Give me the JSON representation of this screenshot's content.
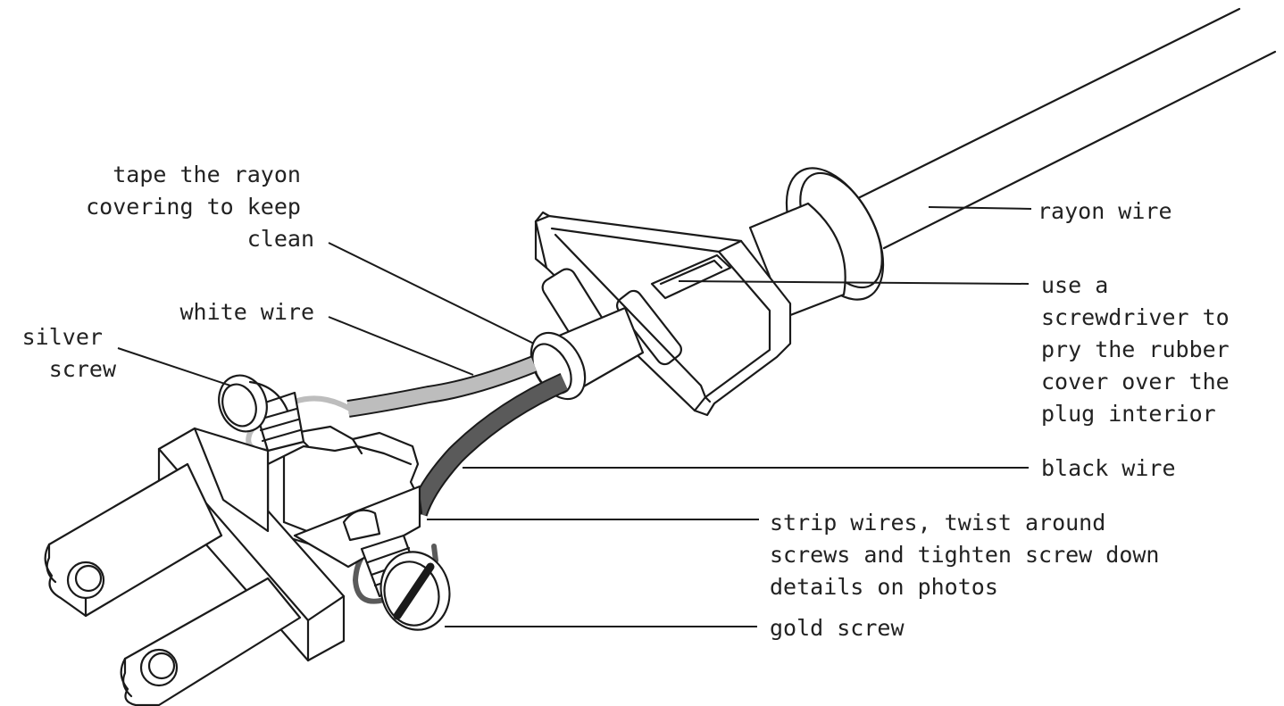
{
  "colors": {
    "line": "#1a1a1a",
    "text": "#222222",
    "white_wire": "#bdbdbd",
    "black_wire": "#5a5a5a",
    "background": "#ffffff"
  },
  "labels": {
    "tape": [
      "tape the rayon",
      "covering to keep",
      "clean"
    ],
    "white_wire": "white wire",
    "silver_screw": [
      "silver",
      "screw"
    ],
    "rayon_wire": "rayon wire",
    "screwdriver": [
      "use a",
      "screwdriver to",
      "pry the rubber",
      "cover over the",
      "plug interior"
    ],
    "black_wire": "black wire",
    "strip": [
      "strip wires, twist around",
      "screws and tighten screw down",
      "details on photos"
    ],
    "gold_screw": "gold screw"
  }
}
